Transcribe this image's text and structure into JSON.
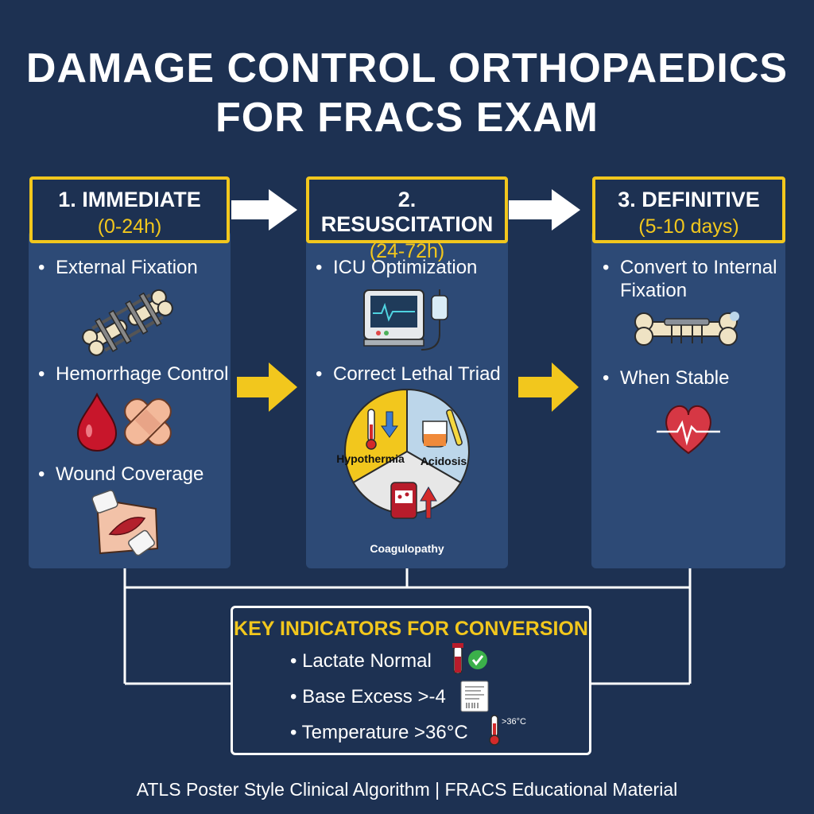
{
  "title": {
    "line1": "DAMAGE CONTROL ORTHOPAEDICS",
    "line2": "FOR FRACS EXAM"
  },
  "stages": [
    {
      "name": "1. IMMEDIATE",
      "time": "(0-24h)",
      "items": [
        "External Fixation",
        "Hemorrhage Control",
        "Wound Coverage"
      ],
      "icons": [
        "external-fixator-bone-icon",
        "blood-drop-icon",
        "bandage-icon",
        "wound-dressing-icon"
      ]
    },
    {
      "name": "2. RESUSCITATION",
      "time": "(24-72h)",
      "items": [
        "ICU Optimization",
        "Correct Lethal Triad"
      ],
      "icons": [
        "icu-monitor-iv-icon",
        "lethal-triad-diagram"
      ],
      "triad": {
        "segments": [
          "Hypothermia",
          "Acidosis",
          "Coagulopathy"
        ],
        "colors": [
          "#f2c71d",
          "#bcd6ea",
          "#e7e7e7"
        ]
      }
    },
    {
      "name": "3. DEFINITIVE",
      "time": "(5-10 days)",
      "items": [
        "Convert to Internal Fixation",
        "When Stable"
      ],
      "item_lines": [
        "Convert to Internal",
        "Fixation"
      ],
      "icons": [
        "plated-bone-icon",
        "heart-ecg-icon"
      ]
    }
  ],
  "key_indicators": {
    "title": "KEY INDICATORS FOR CONVERSION",
    "items": [
      "Lactate Normal",
      "Base Excess >-4",
      "Temperature >36°C"
    ],
    "thermo_label": ">36°C",
    "icons": [
      "blood-tube-check-icon",
      "lab-report-icon",
      "thermometer-icon"
    ]
  },
  "footer": "ATLS Poster Style Clinical Algorithm | FRACS Educational Material",
  "colors": {
    "background": "#1d3152",
    "panel": "#2d4a76",
    "accent": "#f2c71d",
    "text": "#ffffff"
  }
}
